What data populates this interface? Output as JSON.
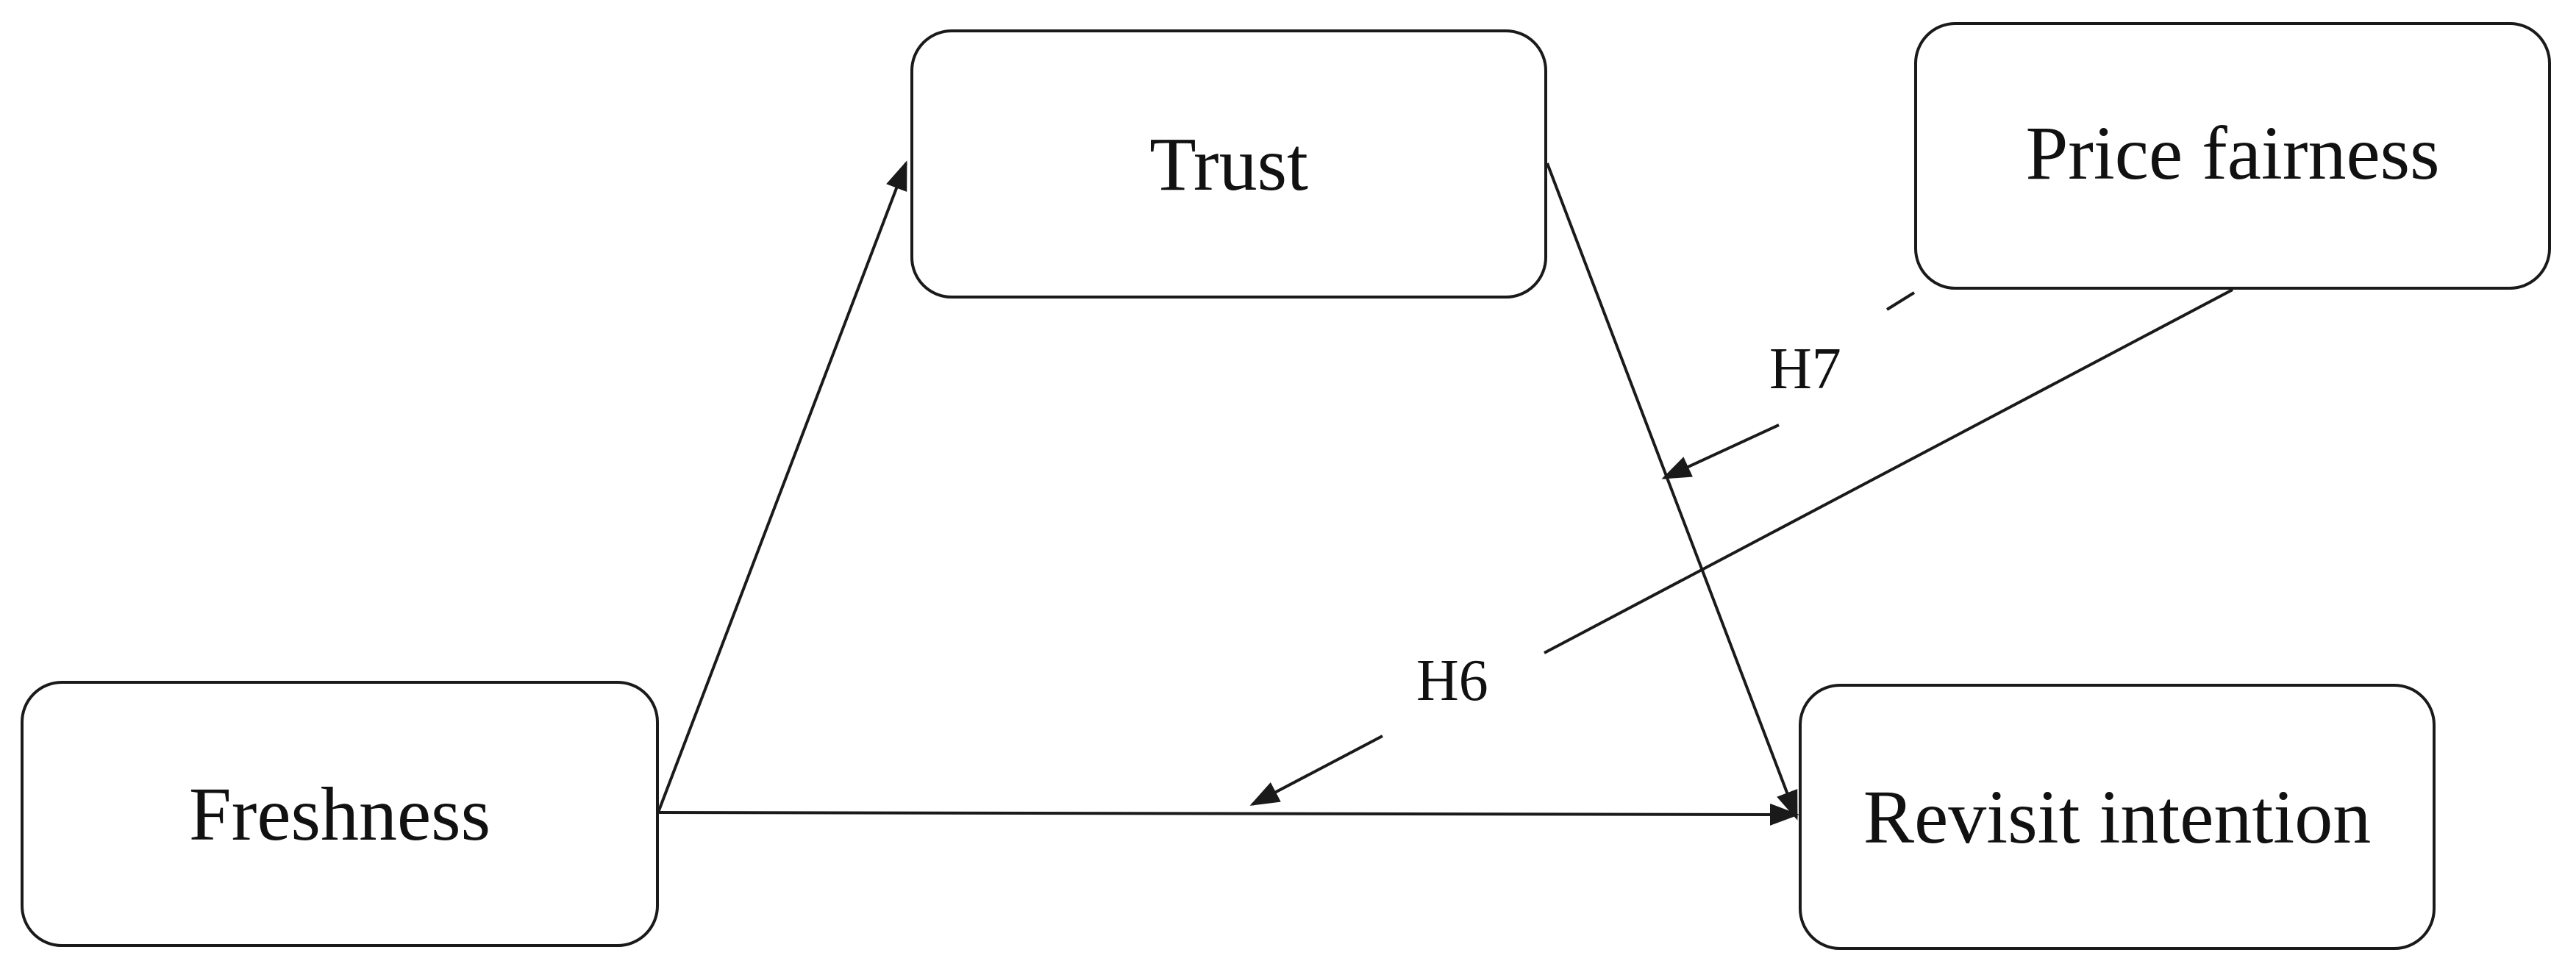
{
  "diagram": {
    "nodes": {
      "trust": {
        "label": "Trust"
      },
      "price_fairness": {
        "label": "Price fairness"
      },
      "freshness": {
        "label": "Freshness"
      },
      "revisit_intention": {
        "label": "Revisit intention"
      }
    },
    "edges": [
      {
        "from": "Freshness",
        "to": "Trust",
        "style": "solid"
      },
      {
        "from": "Trust",
        "to": "Revisit intention",
        "style": "solid"
      },
      {
        "from": "Freshness",
        "to": "Revisit intention",
        "style": "solid"
      },
      {
        "from": "Price fairness",
        "to": "Trust → Revisit intention",
        "style": "dashed",
        "label": "H7"
      },
      {
        "from": "Price fairness",
        "to": "Freshness → Revisit intention",
        "style": "dashed",
        "label": "H6"
      }
    ],
    "hypotheses": {
      "h7": "H7",
      "h6": "H6"
    },
    "colors": {
      "stroke": "#1a1a1a",
      "background": "#ffffff"
    }
  }
}
